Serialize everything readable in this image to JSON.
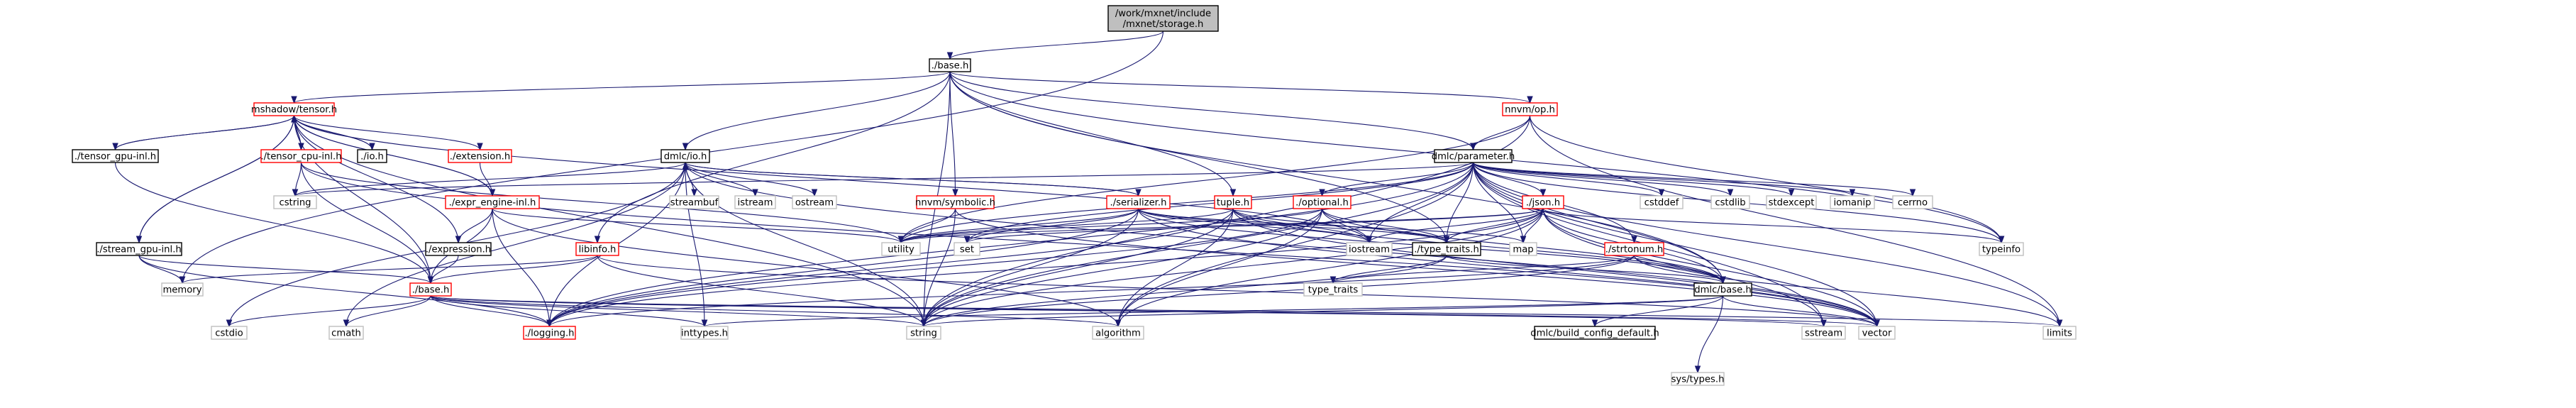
{
  "colors": {
    "edge": "#191970",
    "node_fill": "#ffffff",
    "node_border_default": "#000000",
    "node_border_missing": "#ff0000",
    "node_border_light": "#bfbfbf",
    "root_fill": "#bfbfbf"
  },
  "nodes": [
    {
      "id": "root",
      "lines": [
        "/work/mxnet/include",
        "/mxnet/storage.h"
      ],
      "style": "root"
    },
    {
      "id": "base",
      "lines": [
        "./base.h"
      ],
      "style": "black"
    },
    {
      "id": "mshadow_tensor",
      "lines": [
        "mshadow/tensor.h"
      ],
      "style": "red"
    },
    {
      "id": "nnvm_op",
      "lines": [
        "nnvm/op.h"
      ],
      "style": "red"
    },
    {
      "id": "dmlc_parameter",
      "lines": [
        "dmlc/parameter.h"
      ],
      "style": "black"
    },
    {
      "id": "dmlc_io",
      "lines": [
        "dmlc/io.h"
      ],
      "style": "black"
    },
    {
      "id": "tensor_gpu_inl_a",
      "lines": [
        "./tensor_gpu-inl.h"
      ],
      "style": "black"
    },
    {
      "id": "tensor_cpu_inl",
      "lines": [
        "./tensor_cpu-inl.h"
      ],
      "style": "red"
    },
    {
      "id": "io_h",
      "lines": [
        "./io.h"
      ],
      "style": "black"
    },
    {
      "id": "extension_h",
      "lines": [
        "./extension.h"
      ],
      "style": "red"
    },
    {
      "id": "expr_engine_inl",
      "lines": [
        "./expr_engine-inl.h"
      ],
      "style": "red"
    },
    {
      "id": "serializer_h",
      "lines": [
        "./serializer.h"
      ],
      "style": "red"
    },
    {
      "id": "nnvm_symbolic",
      "lines": [
        "nnvm/symbolic.h"
      ],
      "style": "red"
    },
    {
      "id": "tuple_h",
      "lines": [
        "tuple.h"
      ],
      "style": "red"
    },
    {
      "id": "optional_h",
      "lines": [
        "./optional.h"
      ],
      "style": "red"
    },
    {
      "id": "json_h",
      "lines": [
        "./json.h"
      ],
      "style": "red"
    },
    {
      "id": "libinfo_h",
      "lines": [
        "libinfo.h"
      ],
      "style": "red"
    },
    {
      "id": "stream_gpu_inl",
      "lines": [
        "./stream_gpu-inl.h"
      ],
      "style": "black"
    },
    {
      "id": "expression_h",
      "lines": [
        "./expression.h"
      ],
      "style": "black"
    },
    {
      "id": "strtonum_h",
      "lines": [
        "./strtonum.h"
      ],
      "style": "red"
    },
    {
      "id": "type_traits_h",
      "lines": [
        "./type_traits.h"
      ],
      "style": "black"
    },
    {
      "id": "dmlc_base",
      "lines": [
        "dmlc/base.h"
      ],
      "style": "black"
    },
    {
      "id": "base_inner",
      "lines": [
        "./base.h"
      ],
      "style": "red"
    },
    {
      "id": "build_config",
      "lines": [
        "dmlc/build_config_default.h"
      ],
      "style": "black"
    },
    {
      "id": "logging_h",
      "lines": [
        "./logging.h"
      ],
      "style": "red"
    },
    {
      "id": "cstring",
      "lines": [
        "cstring"
      ],
      "style": "light"
    },
    {
      "id": "streambuf",
      "lines": [
        "streambuf"
      ],
      "style": "light"
    },
    {
      "id": "istream",
      "lines": [
        "istream"
      ],
      "style": "light"
    },
    {
      "id": "ostream",
      "lines": [
        "ostream"
      ],
      "style": "light"
    },
    {
      "id": "utility",
      "lines": [
        "utility"
      ],
      "style": "light"
    },
    {
      "id": "set",
      "lines": [
        "set"
      ],
      "style": "light"
    },
    {
      "id": "iostream",
      "lines": [
        "iostream"
      ],
      "style": "light"
    },
    {
      "id": "map",
      "lines": [
        "map"
      ],
      "style": "light"
    },
    {
      "id": "typeinfo",
      "lines": [
        "typeinfo"
      ],
      "style": "light"
    },
    {
      "id": "cstddef",
      "lines": [
        "cstddef"
      ],
      "style": "light"
    },
    {
      "id": "cstdlib",
      "lines": [
        "cstdlib"
      ],
      "style": "light"
    },
    {
      "id": "stdexcept",
      "lines": [
        "stdexcept"
      ],
      "style": "light"
    },
    {
      "id": "iomanip",
      "lines": [
        "iomanip"
      ],
      "style": "light"
    },
    {
      "id": "cerrno",
      "lines": [
        "cerrno"
      ],
      "style": "light"
    },
    {
      "id": "memory",
      "lines": [
        "memory"
      ],
      "style": "light"
    },
    {
      "id": "type_traits",
      "lines": [
        "type_traits"
      ],
      "style": "light"
    },
    {
      "id": "cstdio",
      "lines": [
        "cstdio"
      ],
      "style": "light"
    },
    {
      "id": "cmath",
      "lines": [
        "cmath"
      ],
      "style": "light"
    },
    {
      "id": "inttypes",
      "lines": [
        "inttypes.h"
      ],
      "style": "light"
    },
    {
      "id": "string",
      "lines": [
        "string"
      ],
      "style": "light"
    },
    {
      "id": "algorithm",
      "lines": [
        "algorithm"
      ],
      "style": "light"
    },
    {
      "id": "sstream",
      "lines": [
        "sstream"
      ],
      "style": "light"
    },
    {
      "id": "vector",
      "lines": [
        "vector"
      ],
      "style": "light"
    },
    {
      "id": "limits",
      "lines": [
        "limits"
      ],
      "style": "light"
    },
    {
      "id": "sys_types",
      "lines": [
        "sys/types.h"
      ],
      "style": "light"
    }
  ],
  "edges": [
    [
      "root",
      "base"
    ],
    [
      "root",
      "memory"
    ],
    [
      "base",
      "mshadow_tensor"
    ],
    [
      "base",
      "nnvm_op"
    ],
    [
      "base",
      "dmlc_parameter"
    ],
    [
      "base",
      "dmlc_io"
    ],
    [
      "base",
      "nnvm_symbolic"
    ],
    [
      "base",
      "tuple_h"
    ],
    [
      "base",
      "libinfo_h"
    ],
    [
      "base",
      "type_traits_h"
    ],
    [
      "base",
      "dmlc_base"
    ],
    [
      "base",
      "string"
    ],
    [
      "base",
      "typeinfo"
    ],
    [
      "mshadow_tensor",
      "tensor_gpu_inl_a"
    ],
    [
      "mshadow_tensor",
      "tensor_cpu_inl"
    ],
    [
      "mshadow_tensor",
      "io_h"
    ],
    [
      "mshadow_tensor",
      "extension_h"
    ],
    [
      "mshadow_tensor",
      "expr_engine_inl"
    ],
    [
      "mshadow_tensor",
      "stream_gpu_inl"
    ],
    [
      "mshadow_tensor",
      "base_inner"
    ],
    [
      "mshadow_tensor",
      "expression_h"
    ],
    [
      "mshadow_tensor",
      "iostream"
    ],
    [
      "mshadow_tensor",
      "string"
    ],
    [
      "tensor_gpu_inl_a",
      "mshadow_tensor"
    ],
    [
      "tensor_gpu_inl_a",
      "base_inner"
    ],
    [
      "tensor_cpu_inl",
      "mshadow_tensor"
    ],
    [
      "tensor_cpu_inl",
      "cstring"
    ],
    [
      "tensor_cpu_inl",
      "base_inner"
    ],
    [
      "tensor_cpu_inl",
      "utility"
    ],
    [
      "tensor_cpu_inl",
      "vector"
    ],
    [
      "io_h",
      "mshadow_tensor"
    ],
    [
      "extension_h",
      "expr_engine_inl"
    ],
    [
      "expr_engine_inl",
      "mshadow_tensor"
    ],
    [
      "expr_engine_inl",
      "expression_h"
    ],
    [
      "expr_engine_inl",
      "base_inner"
    ],
    [
      "expr_engine_inl",
      "logging_h"
    ],
    [
      "expr_engine_inl",
      "utility"
    ],
    [
      "expr_engine_inl",
      "algorithm"
    ],
    [
      "stream_gpu_inl",
      "mshadow_tensor"
    ],
    [
      "stream_gpu_inl",
      "base_inner"
    ],
    [
      "stream_gpu_inl",
      "memory"
    ],
    [
      "stream_gpu_inl",
      "logging_h"
    ],
    [
      "expression_h",
      "base_inner"
    ],
    [
      "base_inner",
      "cstdio"
    ],
    [
      "base_inner",
      "cmath"
    ],
    [
      "base_inner",
      "logging_h"
    ],
    [
      "base_inner",
      "inttypes"
    ],
    [
      "base_inner",
      "string"
    ],
    [
      "base_inner",
      "algorithm"
    ],
    [
      "base_inner",
      "sstream"
    ],
    [
      "base_inner",
      "vector"
    ],
    [
      "base_inner",
      "limits"
    ],
    [
      "dmlc_io",
      "cstring"
    ],
    [
      "dmlc_io",
      "streambuf"
    ],
    [
      "dmlc_io",
      "istream"
    ],
    [
      "dmlc_io",
      "ostream"
    ],
    [
      "dmlc_io",
      "serializer_h"
    ],
    [
      "dmlc_io",
      "logging_h"
    ],
    [
      "dmlc_io",
      "string"
    ],
    [
      "dmlc_io",
      "vector"
    ],
    [
      "dmlc_io",
      "inttypes"
    ],
    [
      "dmlc_io",
      "cstdio"
    ],
    [
      "dmlc_io",
      "cmath"
    ],
    [
      "serializer_h",
      "dmlc_io"
    ],
    [
      "serializer_h",
      "utility"
    ],
    [
      "serializer_h",
      "set"
    ],
    [
      "serializer_h",
      "map"
    ],
    [
      "serializer_h",
      "string"
    ],
    [
      "serializer_h",
      "vector"
    ],
    [
      "serializer_h",
      "logging_h"
    ],
    [
      "serializer_h",
      "type_traits_h"
    ],
    [
      "serializer_h",
      "dmlc_base"
    ],
    [
      "serializer_h",
      "iostream"
    ],
    [
      "nnvm_op",
      "dmlc_parameter"
    ],
    [
      "nnvm_op",
      "string"
    ],
    [
      "nnvm_op",
      "utility"
    ],
    [
      "nnvm_op",
      "typeinfo"
    ],
    [
      "nnvm_op",
      "limits"
    ],
    [
      "dmlc_parameter",
      "optional_h"
    ],
    [
      "dmlc_parameter",
      "json_h"
    ],
    [
      "dmlc_parameter",
      "strtonum_h"
    ],
    [
      "dmlc_parameter",
      "type_traits_h"
    ],
    [
      "dmlc_parameter",
      "dmlc_base"
    ],
    [
      "dmlc_parameter",
      "logging_h"
    ],
    [
      "dmlc_parameter",
      "cstddef"
    ],
    [
      "dmlc_parameter",
      "cstdlib"
    ],
    [
      "dmlc_parameter",
      "stdexcept"
    ],
    [
      "dmlc_parameter",
      "iomanip"
    ],
    [
      "dmlc_parameter",
      "cerrno"
    ],
    [
      "dmlc_parameter",
      "map"
    ],
    [
      "dmlc_parameter",
      "set"
    ],
    [
      "dmlc_parameter",
      "typeinfo"
    ],
    [
      "dmlc_parameter",
      "iostream"
    ],
    [
      "dmlc_parameter",
      "vector"
    ],
    [
      "dmlc_parameter",
      "string"
    ],
    [
      "dmlc_parameter",
      "utility"
    ],
    [
      "dmlc_parameter",
      "cstring"
    ],
    [
      "dmlc_parameter",
      "sstream"
    ],
    [
      "dmlc_parameter",
      "limits"
    ],
    [
      "dmlc_parameter",
      "algorithm"
    ],
    [
      "nnvm_symbolic",
      "string"
    ],
    [
      "nnvm_symbolic",
      "utility"
    ],
    [
      "nnvm_symbolic",
      "vector"
    ],
    [
      "tuple_h",
      "utility"
    ],
    [
      "tuple_h",
      "iostream"
    ],
    [
      "tuple_h",
      "string"
    ],
    [
      "tuple_h",
      "algorithm"
    ],
    [
      "tuple_h",
      "vector"
    ],
    [
      "tuple_h",
      "type_traits_h"
    ],
    [
      "tuple_h",
      "logging_h"
    ],
    [
      "tuple_h",
      "dmlc_base"
    ],
    [
      "optional_h",
      "iostream"
    ],
    [
      "optional_h",
      "string"
    ],
    [
      "optional_h",
      "utility"
    ],
    [
      "optional_h",
      "algorithm"
    ],
    [
      "optional_h",
      "logging_h"
    ],
    [
      "optional_h",
      "type_traits_h"
    ],
    [
      "optional_h",
      "dmlc_base"
    ],
    [
      "json_h",
      "vector"
    ],
    [
      "json_h",
      "iostream"
    ],
    [
      "json_h",
      "cctype_placeholder"
    ],
    [
      "json_h",
      "string"
    ],
    [
      "json_h",
      "algorithm"
    ],
    [
      "json_h",
      "map"
    ],
    [
      "json_h",
      "typeinfo"
    ],
    [
      "json_h",
      "sstream"
    ],
    [
      "json_h",
      "type_traits_h"
    ],
    [
      "json_h",
      "dmlc_base"
    ],
    [
      "json_h",
      "logging_h"
    ],
    [
      "json_h",
      "set"
    ],
    [
      "json_h",
      "utility"
    ],
    [
      "libinfo_h",
      "base_inner"
    ],
    [
      "libinfo_h",
      "string"
    ],
    [
      "libinfo_h",
      "memory"
    ],
    [
      "libinfo_h",
      "vector"
    ],
    [
      "strtonum_h",
      "type_traits"
    ],
    [
      "strtonum_h",
      "string"
    ],
    [
      "strtonum_h",
      "limits"
    ],
    [
      "strtonum_h",
      "logging_h"
    ],
    [
      "strtonum_h",
      "dmlc_base"
    ],
    [
      "type_traits_h",
      "dmlc_base"
    ],
    [
      "type_traits_h",
      "type_traits"
    ],
    [
      "type_traits_h",
      "string"
    ],
    [
      "dmlc_base",
      "build_config"
    ],
    [
      "dmlc_base",
      "sys_types"
    ],
    [
      "dmlc_base",
      "string"
    ],
    [
      "dmlc_base",
      "inttypes"
    ],
    [
      "dmlc_base",
      "vector"
    ]
  ]
}
